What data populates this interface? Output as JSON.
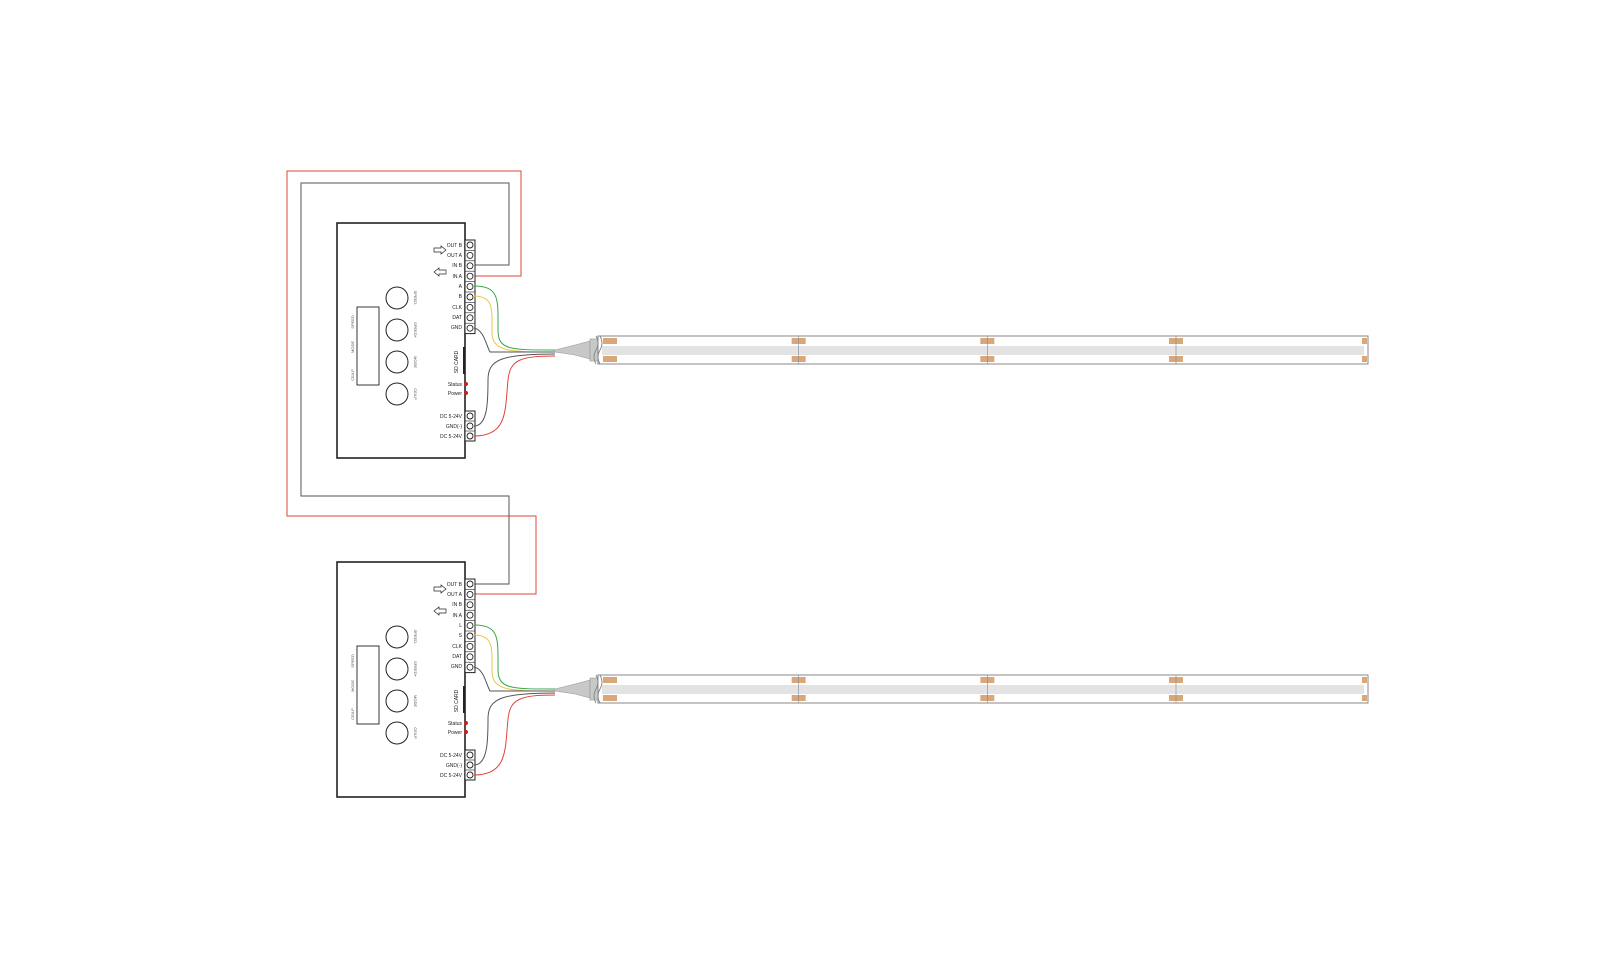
{
  "colors": {
    "line": "#222222",
    "wire_red": "#e0453a",
    "wire_grey": "#555555",
    "wire_green": "#3aa64a",
    "wire_yellow": "#e8c84a",
    "led_pad": "#d9a87a",
    "strip_inner": "#e3e3e3",
    "status_led": "#cc1f1f"
  },
  "controllers": [
    {
      "terminals_data": [
        "OUT B",
        "OUT A",
        "IN B",
        "IN A",
        "A",
        "B",
        "CLK",
        "DAT",
        "GND"
      ],
      "terminals_power": [
        "DC 5-24V",
        "GND(-)",
        "DC 5-24V"
      ],
      "buttons": [
        "SPEED-",
        "SPEED+",
        "MODE",
        "CE/LP"
      ],
      "screen_labels": [
        "SPEED",
        "MODE",
        "CE/LP"
      ],
      "sd_card": "SD CARD",
      "leds": [
        "Status",
        "Power"
      ]
    },
    {
      "terminals_data": [
        "OUT B",
        "OUT A",
        "IN B",
        "IN A",
        "L",
        "S",
        "CLK",
        "DAT",
        "GND"
      ],
      "terminals_power": [
        "DC 5-24V",
        "GND(-)",
        "DC 5-24V"
      ],
      "buttons": [
        "SPEED-",
        "SPEED+",
        "MODE",
        "CE/LP"
      ],
      "screen_labels": [
        "SPEED",
        "MODE",
        "CE/LP"
      ],
      "sd_card": "SD CARD",
      "leds": [
        "Status",
        "Power"
      ]
    }
  ],
  "strips": [
    {
      "segments": 4
    },
    {
      "segments": 4
    }
  ]
}
